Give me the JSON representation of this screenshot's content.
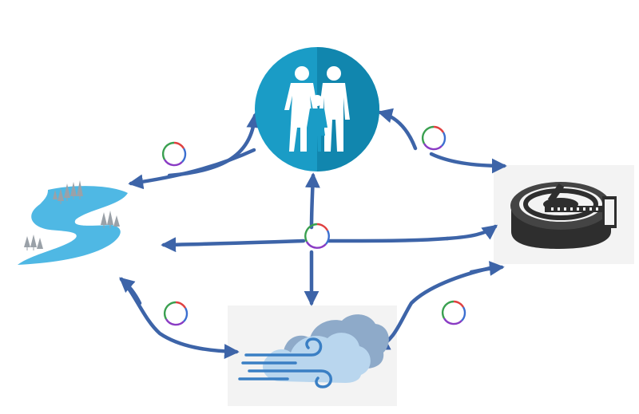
{
  "diagram": {
    "nodes": [
      {
        "id": "humans",
        "icon": "family-icon",
        "color": "#1a9cc6"
      },
      {
        "id": "river",
        "icon": "river-icon",
        "color": "#4fb8e4"
      },
      {
        "id": "treatment-plant",
        "icon": "wastewater-treatment-plant-icon",
        "color": "#3a3a3a"
      },
      {
        "id": "air",
        "icon": "wind-cloud-icon",
        "color": "#7fa9d2"
      }
    ],
    "edges": [
      {
        "from": "humans",
        "to": "river"
      },
      {
        "from": "river",
        "to": "humans"
      },
      {
        "from": "humans",
        "to": "treatment-plant"
      },
      {
        "from": "treatment-plant",
        "to": "humans"
      },
      {
        "from": "treatment-plant",
        "to": "river"
      },
      {
        "from": "air",
        "to": "humans"
      },
      {
        "from": "humans",
        "to": "air"
      },
      {
        "from": "river",
        "to": "air"
      },
      {
        "from": "air",
        "to": "river"
      },
      {
        "from": "treatment-plant",
        "to": "air"
      },
      {
        "from": "air",
        "to": "treatment-plant"
      }
    ],
    "transfer_markers": [
      {
        "icon": "plasmid-ring-icon"
      },
      {
        "icon": "plasmid-ring-icon"
      },
      {
        "icon": "plasmid-ring-icon"
      },
      {
        "icon": "plasmid-ring-icon"
      },
      {
        "icon": "plasmid-ring-icon"
      }
    ],
    "colors": {
      "arrow": "#3d64a8",
      "ring_red": "#e04040",
      "ring_blue": "#3b6fd0",
      "ring_green": "#3aa050",
      "ring_purple": "#8a3bc4"
    }
  }
}
